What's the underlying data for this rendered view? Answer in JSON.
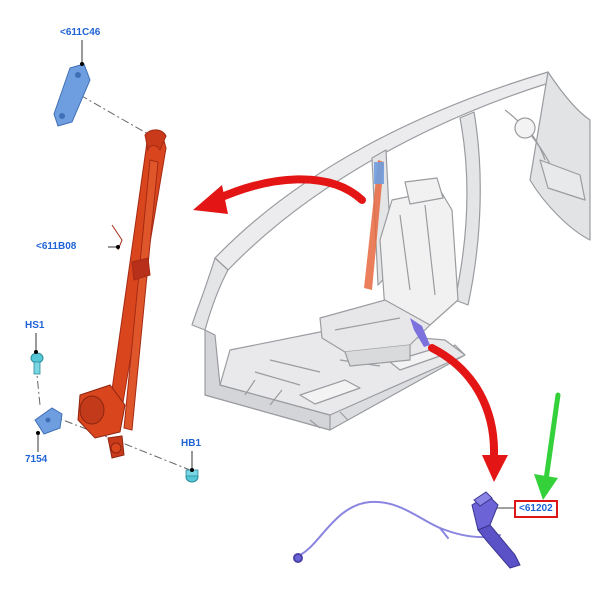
{
  "callouts": {
    "retractor_top_anchor": "<611C46",
    "belt_assembly": "<611B08",
    "screw": "HS1",
    "lower_bracket": "7154",
    "lower_bolt": "HB1",
    "buckle": "<61202"
  },
  "colors": {
    "belt": "#d9461e",
    "belt_dark": "#b8301a",
    "bracket": "#5b8fd9",
    "fastener": "#55c7d6",
    "buckle": "#6b63d6",
    "harness": "#8a86e0",
    "red_arrow": "#e41515",
    "green_arrow": "#35d13a",
    "callout_text": "#1f63d6",
    "highlight_box": "#e01515",
    "body_shell": "#d9dadc"
  },
  "icons": {
    "arrow_to_belt": "curved-red-arrow-icon",
    "arrow_to_buckle": "curved-red-arrow-icon",
    "indicator": "green-down-arrow-icon"
  }
}
